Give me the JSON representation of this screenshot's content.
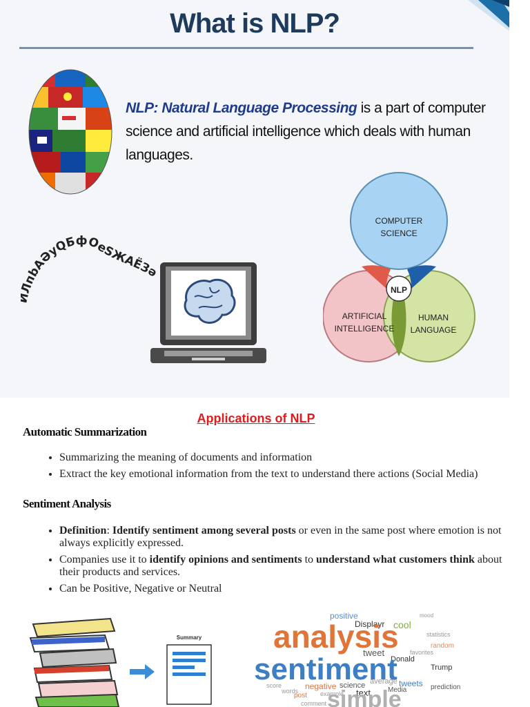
{
  "slide": {
    "title": "What is NLP?",
    "definition_term": "NLP: Natural Language Processing",
    "definition_rest": " is a part of computer science and artificial intelligence which deals with human languages.",
    "glyph_text": "ЙЛпbАӘуQБфОеЅЖАЁЗәЩЎЕСыАЛЦѲ",
    "venn": {
      "top": [
        "COMPUTER",
        "SCIENCE"
      ],
      "left": [
        "ARTIFICIAL",
        "INTELLIGENCE"
      ],
      "right": [
        "HUMAN",
        "LANGUAGE"
      ],
      "center": "NLP"
    },
    "colors": {
      "title": "#1f3b5c",
      "term": "#1f3b8c",
      "cs": "#a9d3f2",
      "ai": "#f2c4c8",
      "hl": "#d3e4a5"
    }
  },
  "applications_title": "Applications of NLP",
  "sections": [
    {
      "heading": "Automatic Summarization",
      "bullets": [
        "Summarizing the meaning of documents and information",
        "Extract the key emotional information from the text to understand there actions (Social Media)"
      ]
    },
    {
      "heading": "Sentiment Analysis",
      "bullets": [
        {
          "b1": "Definition",
          "t1": ": ",
          "b2": "Identify sentiment among several posts",
          "t2": " or even in the same post where emotion is not always explicitly expressed."
        },
        {
          "t0": "Companies use it to ",
          "b1": "identify opinions and sentiments",
          "t1": " to ",
          "b2": "understand what customers think",
          "t2": " about their products and services."
        },
        "Can be Positive, Negative or Neutral"
      ]
    }
  ],
  "summary_doc_label": "Summary",
  "word_cloud": {
    "big": [
      "analysis",
      "sentiment",
      "simple"
    ],
    "small": [
      "positive",
      "Displayr",
      "cool",
      "tweet",
      "Donald",
      "Trump",
      "negative",
      "science",
      "text",
      "tweets",
      "mood",
      "Media",
      "post",
      "example",
      "average",
      "statistics",
      "random",
      "favorites",
      "prediction",
      "comment",
      "score",
      "words"
    ]
  }
}
